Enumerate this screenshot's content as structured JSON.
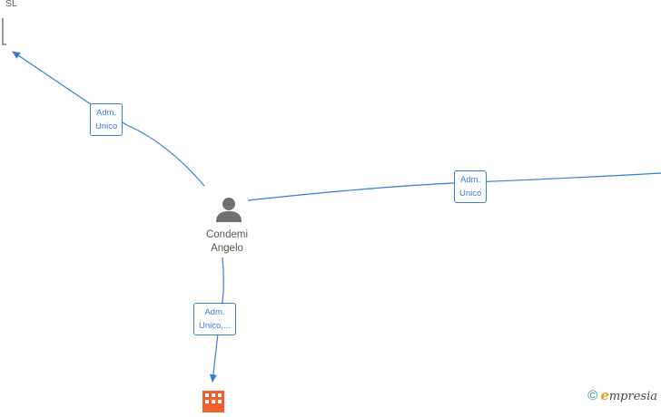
{
  "nodes": {
    "top_company_label": "SL",
    "person_line1": "Condemi",
    "person_line2": "Angelo"
  },
  "edges": {
    "top_left_line1": "Adm.",
    "top_left_line2": "Unico",
    "right_line1": "Adm.",
    "right_line2": "Unico",
    "bottom_line1": "Adm.",
    "bottom_line2": "Unico,..."
  },
  "footer": {
    "copyright": "©",
    "brand_initial": "e",
    "brand_rest": "mpresia"
  },
  "colors": {
    "edge": "#3a7bd5",
    "person_icon": "#6f6f6f",
    "company_icon": "#f0602a",
    "brand_accent": "#e8a020"
  }
}
